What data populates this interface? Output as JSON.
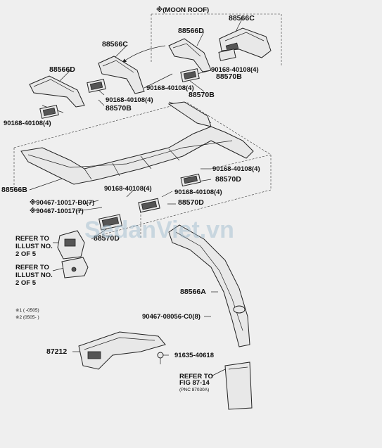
{
  "header": {
    "moon_roof_note": "※(MOON ROOF)"
  },
  "labels": {
    "c1": "88566C",
    "c2": "88566C",
    "d1": "88566D",
    "d2": "88566D",
    "b_main": "88566B",
    "a_duct": "88566A",
    "b570_1": "88570B",
    "b570_2": "88570B",
    "b570_3": "88570B",
    "d570_1": "88570D",
    "d570_2": "88570D",
    "d570_3": "88570D",
    "s1": "90168-40108(4)",
    "s2": "90168-40108(4)",
    "s3": "90168-40108(4)",
    "s4": "90168-40108(4)",
    "s5": "90168-40108(4)",
    "s6": "90168-40108(4)",
    "s7": "90168-40108(4)",
    "clip1": "※90467-10017-B0(7)",
    "clip2": "※90467-10017(7)",
    "clip3": "90467-08056-C0(8)",
    "part_87212": "87212",
    "bolt": "91635-40618"
  },
  "refer_notes": {
    "r1": [
      "REFER TO",
      "ILLUST NO.",
      "2 OF 5"
    ],
    "r2": [
      "REFER TO",
      "ILLUST NO.",
      "2 OF 5"
    ],
    "fig": [
      "REFER TO",
      "FIG 87-14",
      "(PNC 87030A)"
    ]
  },
  "footnotes": [
    "※1 (     -0505)",
    "※2 (0505-     )"
  ],
  "watermark": "SedanViet.vn"
}
